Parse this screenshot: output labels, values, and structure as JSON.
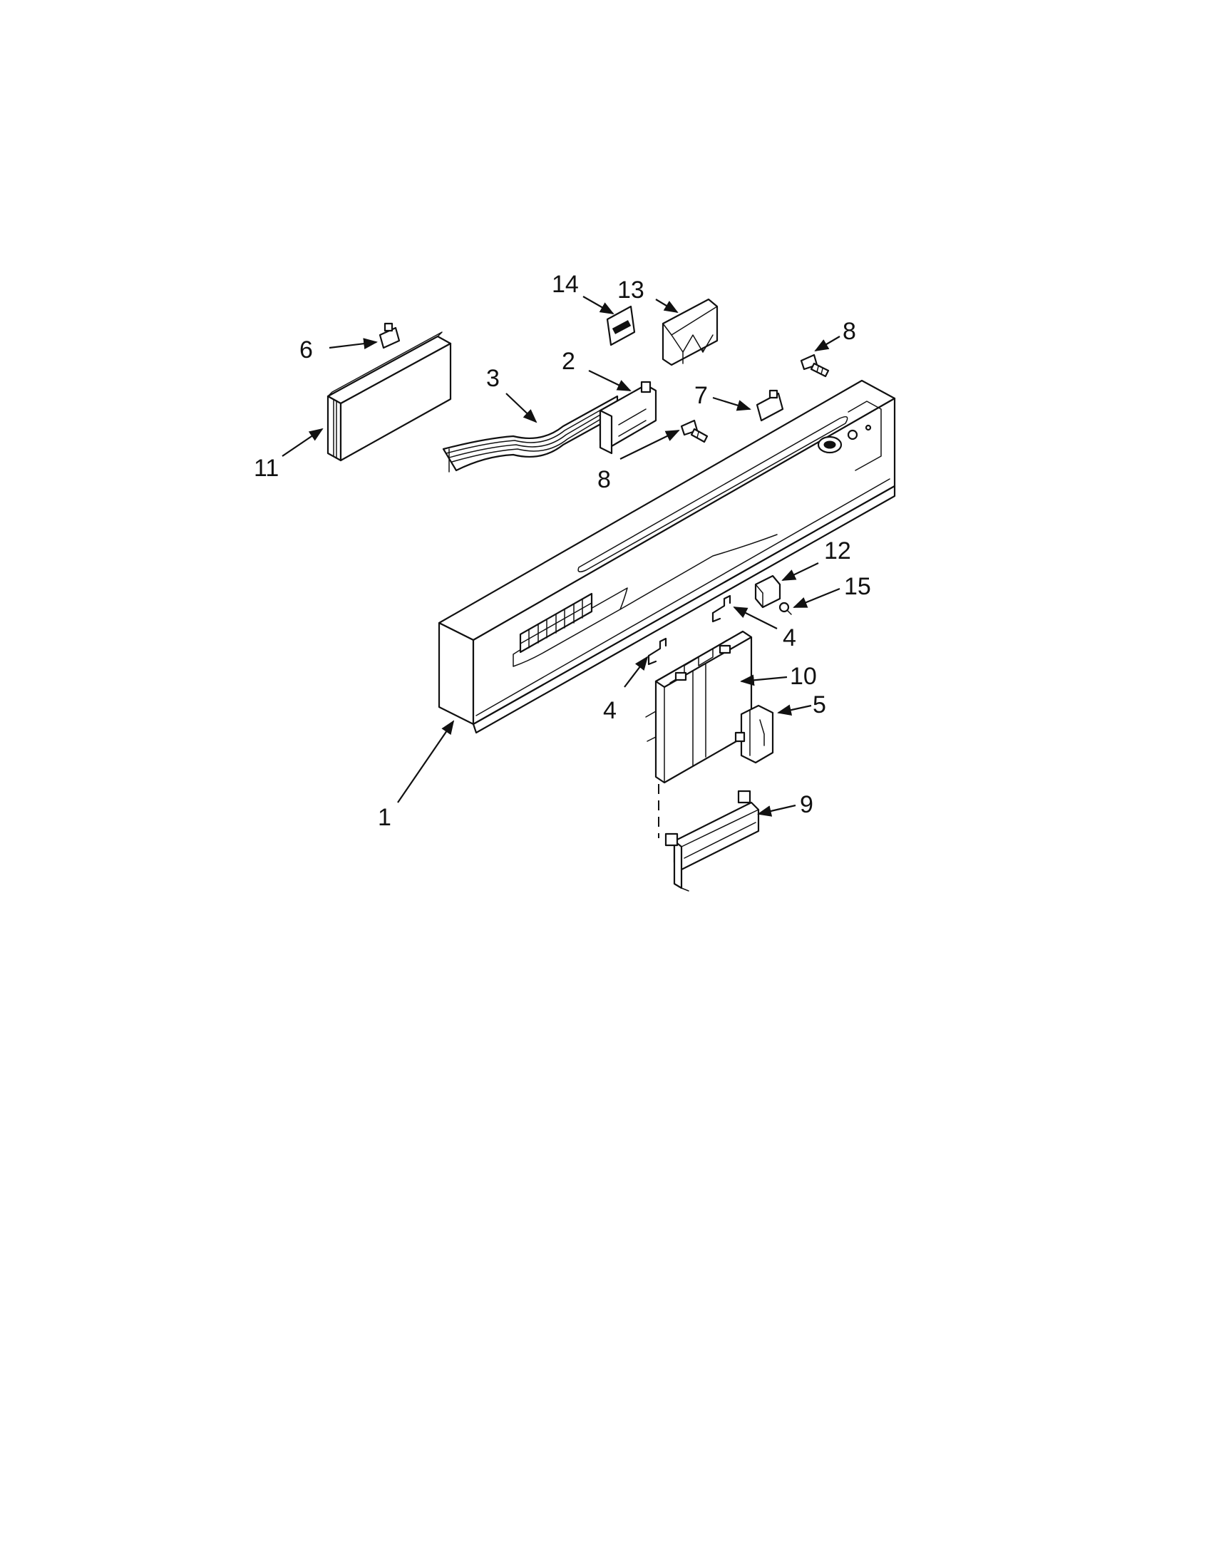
{
  "diagram": {
    "colors": {
      "line": "#111111",
      "background": "#ffffff"
    },
    "callouts": [
      {
        "id": "1",
        "label": "1"
      },
      {
        "id": "2",
        "label": "2"
      },
      {
        "id": "3",
        "label": "3"
      },
      {
        "id": "4a",
        "label": "4"
      },
      {
        "id": "4b",
        "label": "4"
      },
      {
        "id": "5",
        "label": "5"
      },
      {
        "id": "6",
        "label": "6"
      },
      {
        "id": "7",
        "label": "7"
      },
      {
        "id": "8a",
        "label": "8"
      },
      {
        "id": "8b",
        "label": "8"
      },
      {
        "id": "9",
        "label": "9"
      },
      {
        "id": "10",
        "label": "10"
      },
      {
        "id": "11",
        "label": "11"
      },
      {
        "id": "12",
        "label": "12"
      },
      {
        "id": "13",
        "label": "13"
      },
      {
        "id": "14",
        "label": "14"
      },
      {
        "id": "15",
        "label": "15"
      }
    ]
  }
}
